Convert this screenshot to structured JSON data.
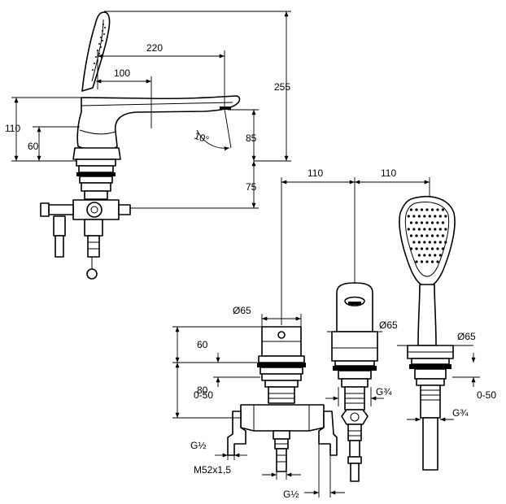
{
  "dimensions": {
    "side": {
      "total_height": "255",
      "reach_long": "220",
      "reach_short": "100",
      "height_110": "110",
      "height_60": "60",
      "spout_height": "85",
      "below_deck": "75",
      "angle": "10°"
    },
    "top_spacing": {
      "left": "110",
      "right": "110"
    },
    "front": {
      "dia_left": "Ø65",
      "dia_mid": "Ø65",
      "dia_right": "Ø65",
      "h60": "60",
      "h80": "80",
      "range_left": "0-50",
      "range_right": "0-50",
      "thread_mid": "G¾",
      "thread_right": "G¾",
      "thread_g12_a": "G½",
      "thread_m52": "M52x1,5",
      "thread_g12_b": "G½"
    }
  }
}
